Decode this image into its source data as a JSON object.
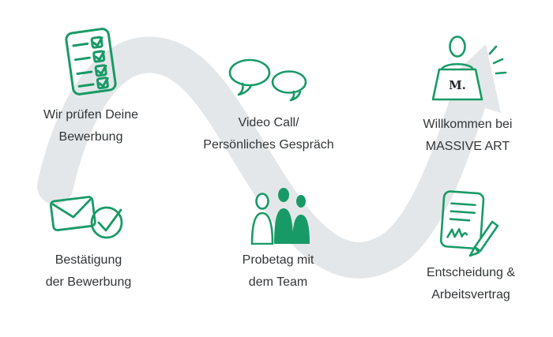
{
  "colors": {
    "accent-green": "#189a67",
    "text-dark": "#323537",
    "arrow-gray": "#e4e7e9",
    "logo-dark": "#20262e"
  },
  "process": {
    "steps": [
      {
        "icon": "checklist-icon",
        "line1": "Wir prüfen Deine",
        "line2": "Bewerbung"
      },
      {
        "icon": "speech-bubbles-icon",
        "line1": "Video Call/",
        "line2": "Persönliches Gespräch"
      },
      {
        "icon": "welcome-desk-icon",
        "line1": "Willkommen bei",
        "line2": "MASSIVE ART",
        "laptop_logo": "M."
      },
      {
        "icon": "envelope-check-icon",
        "line1": "Bestätigung",
        "line2": "der Bewerbung"
      },
      {
        "icon": "team-icon",
        "line1": "Probetag mit",
        "line2": "dem Team"
      },
      {
        "icon": "contract-pen-icon",
        "line1": "Entscheidung &",
        "line2": "Arbeitsvertrag"
      }
    ]
  }
}
